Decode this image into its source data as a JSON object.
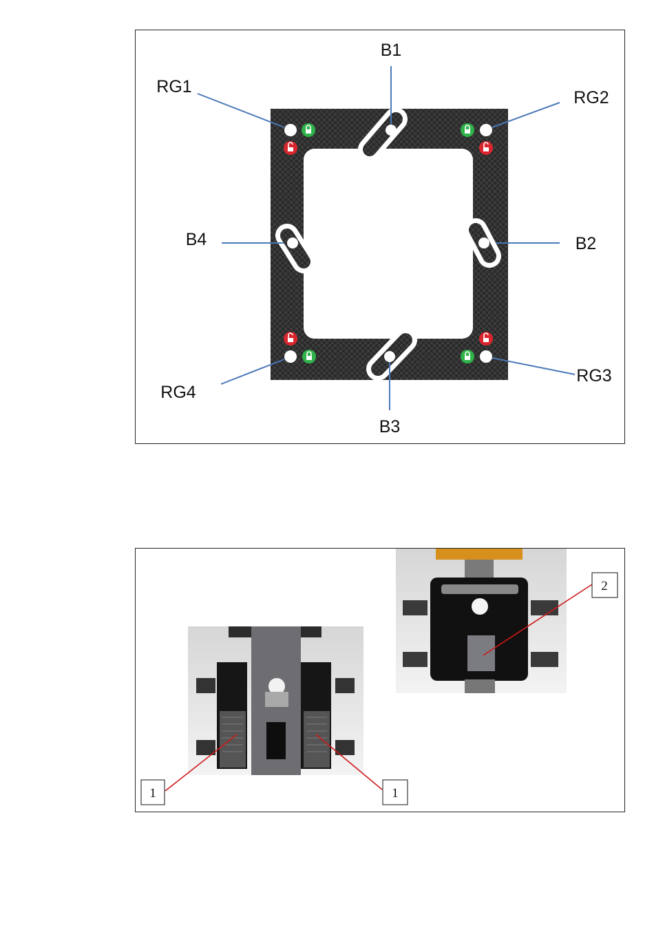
{
  "figure1": {
    "labels": {
      "B1": "B1",
      "B2": "B2",
      "B3": "B3",
      "B4": "B4",
      "RG1": "RG1",
      "RG2": "RG2",
      "RG3": "RG3",
      "RG4": "RG4"
    },
    "colors": {
      "plate": "#2b2b2b",
      "leader": "#4a78b8",
      "lock_closed": "#2fb34a",
      "lock_open": "#d9262e"
    },
    "icons": [
      "lock-closed-icon",
      "lock-open-icon"
    ]
  },
  "figure2": {
    "callouts": [
      "1",
      "1",
      "2"
    ],
    "colors": {
      "leader": "#d01818",
      "accent_bar": "#d8901c"
    }
  }
}
